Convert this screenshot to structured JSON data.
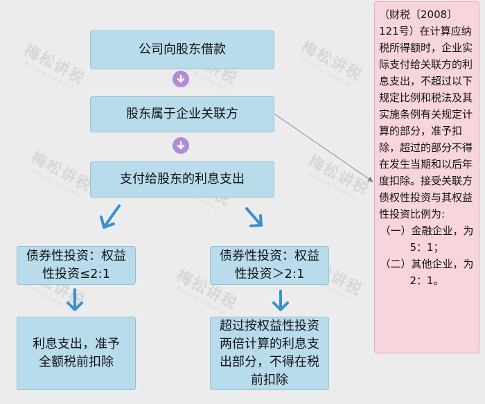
{
  "watermark": {
    "text": "梅松讲税",
    "subtext": "Meisong Jiangshui"
  },
  "flow": {
    "step1": "公司向股东借款",
    "step2": "股东属于企业关联方",
    "step3": "支付给股东的利息支出"
  },
  "branches": {
    "left_condition": "债券性投资：权益性投资≤2:1",
    "left_result": "利息支出，准予全额税前扣除",
    "right_condition": "债券性投资：权益性投资＞2:1",
    "right_result": "超过按权益性投资两倍计算的利息支出部分，不得在税前扣除"
  },
  "note": {
    "main": "（财税〔2008〕121号）在计算应纳税所得额时，企业实际支付给关联方的利息支出，不超过以下规定比例和税法及其实施条例有关规定计算的部分，准予扣除，超过的部分不得在发生当期和以后年度扣除。接受关联方债权性投资与其权益性投资比例为:",
    "item1": "（一）金融企业，为5：1；",
    "item2": "（二）其他企业，为2：1。"
  },
  "colors": {
    "box_fill": "#b9dcec",
    "box_border": "#8fbfd8",
    "note_fill": "#f8d5dc",
    "note_border": "#e6a9b7",
    "arrow_circle": "#b28bd6",
    "branch_arrow": "#3a8fd0"
  }
}
